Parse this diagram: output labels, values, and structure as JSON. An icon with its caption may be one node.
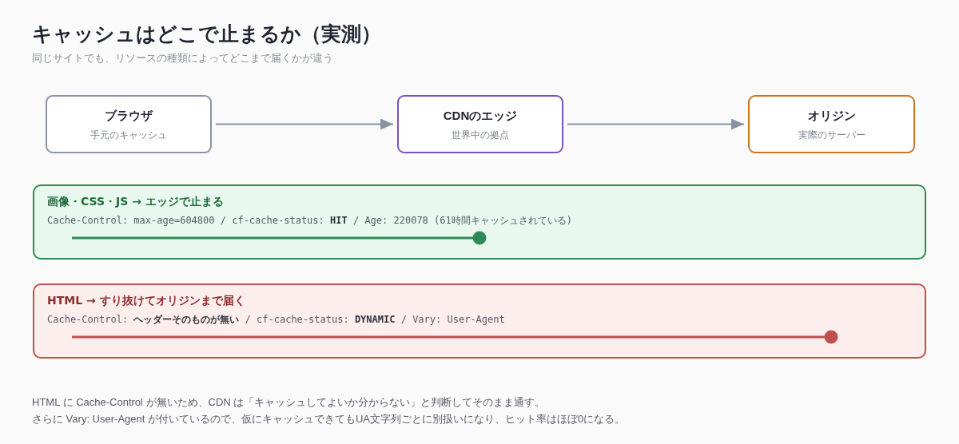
{
  "diagram": {
    "title": "キャッシュはどこで止まるか（実測）",
    "nodes": [
      {
        "text": [
          "ブラウザ",
          "手元のキャッシュ"
        ]
      },
      {
        "text": [
          "CDNのエッジ",
          "世界中の拠点"
        ]
      },
      {
        "text": [
          "オリジン",
          "実際のサーバー"
        ]
      },
      {
        "text": [
          "画像・CSS・JS → エッジで止まる",
          "Cache-Control: max-age=604800 / cf-cache-status: **HIT** / Age: 220078 (61時間キャッシュされている)"
        ]
      },
      {
        "text": [
          "HTML → すり抜けてオリジンまで届く",
          "Cache-Control: **ヘッダーそのものが無い** / cf-cache-status: **DYNAMIC** / Vary: User-Agent"
        ]
      }
    ],
    "edges": [
      {
        "from": 0,
        "to": 1,
        "arrow": "to"
      },
      {
        "from": 1,
        "to": 2,
        "arrow": "to"
      }
    ],
    "labels": [
      "同じサイトでも、リソースの種類によってどこまで届くかが違う",
      "HTML に Cache-Control が無いため、CDN は「キャッシュしてよいか分からない」と判断してそのまま通す。",
      "さらに Vary: User-Agent が付いているので、仮にキャッシュできてもUA文字列ごとに別扱いになり、ヒット率はほぼ0になる。"
    ]
  }
}
